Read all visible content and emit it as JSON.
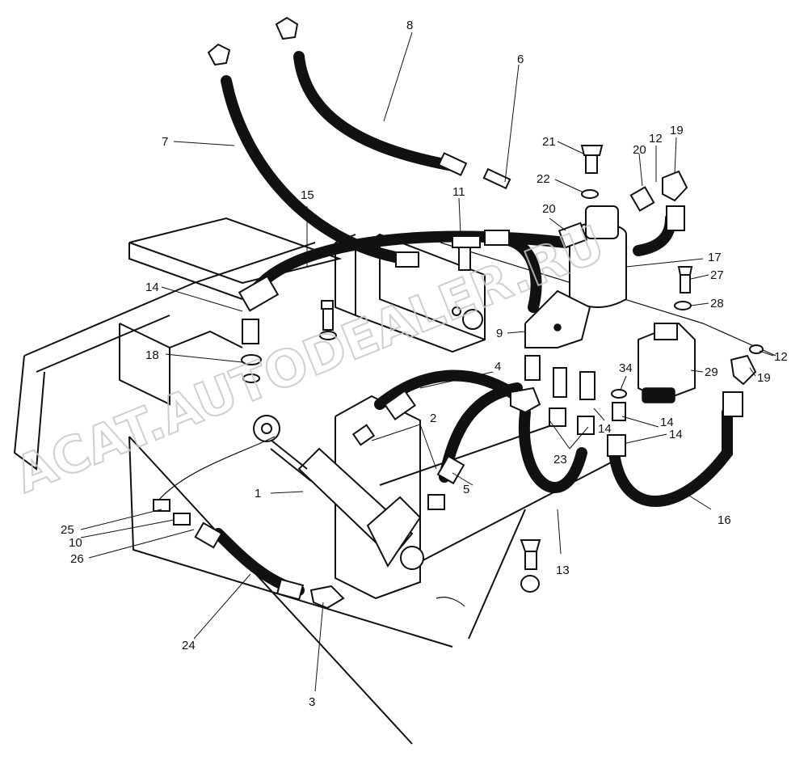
{
  "watermark": "ACAT.AUTODEALER.RU",
  "callouts": [
    "1",
    "2",
    "3",
    "4",
    "5",
    "6",
    "7",
    "8",
    "9",
    "10",
    "11",
    "12",
    "12",
    "13",
    "14",
    "14",
    "14",
    "14",
    "15",
    "16",
    "17",
    "18",
    "19",
    "19",
    "20",
    "20",
    "21",
    "22",
    "23",
    "24",
    "25",
    "26",
    "27",
    "28",
    "29",
    "34"
  ]
}
